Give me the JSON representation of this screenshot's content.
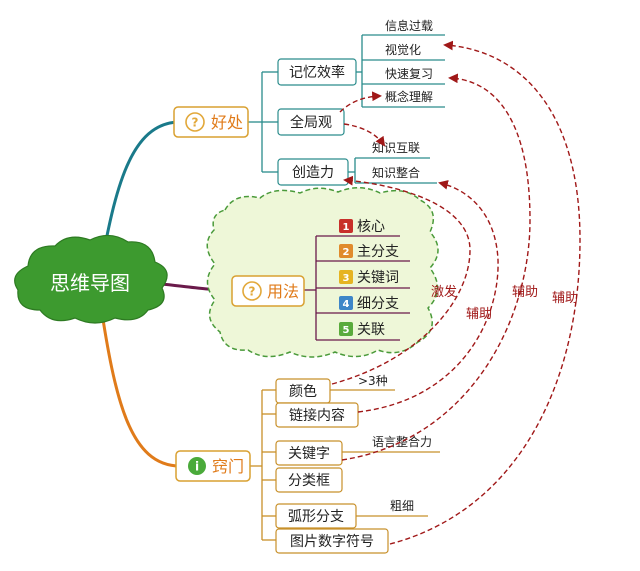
{
  "root": {
    "label": "思维导图"
  },
  "branches": {
    "benefits": {
      "label": "好处",
      "icon": "question-icon",
      "children": {
        "memory": {
          "label": "记忆效率",
          "items": [
            "信息过载",
            "视觉化",
            "快速复习"
          ]
        },
        "overview": {
          "label": "全局观",
          "items": [
            "概念理解"
          ]
        },
        "creativity": {
          "label": "创造力",
          "items": [
            "知识互联",
            "知识整合"
          ]
        }
      }
    },
    "usage": {
      "label": "用法",
      "icon": "question-icon",
      "steps": [
        {
          "num": "1",
          "label": "核心",
          "color": "#c8302a"
        },
        {
          "num": "2",
          "label": "主分支",
          "color": "#e08b2c"
        },
        {
          "num": "3",
          "label": "关键词",
          "color": "#e6b422"
        },
        {
          "num": "4",
          "label": "细分支",
          "color": "#3e86c8"
        },
        {
          "num": "5",
          "label": "关联",
          "color": "#5aab3c"
        }
      ]
    },
    "tips": {
      "label": "窍门",
      "icon": "info-icon",
      "items": [
        {
          "label": "颜色",
          "note": ">3种"
        },
        {
          "label": "链接内容",
          "note": ""
        },
        {
          "label": "关键字",
          "note": "语言整合力"
        },
        {
          "label": "分类框",
          "note": ""
        },
        {
          "label": "弧形分支",
          "note": "粗细"
        },
        {
          "label": "图片数字符号",
          "note": ""
        }
      ]
    }
  },
  "relations": {
    "inspire": "激发",
    "assist1": "辅助",
    "assist2": "辅助",
    "assist3": "辅助"
  },
  "colors": {
    "root_fill": "#3d9a2f",
    "benefits_branch": "#1a7a8a",
    "usage_branch": "#6a1a4a",
    "tips_branch": "#e07b1a",
    "node_border": "#d9a030",
    "relation": "#a01818",
    "usage_cloud": "#eef7d8",
    "subnode_border": "#2a8c8c",
    "tips_line": "#c8902a"
  }
}
